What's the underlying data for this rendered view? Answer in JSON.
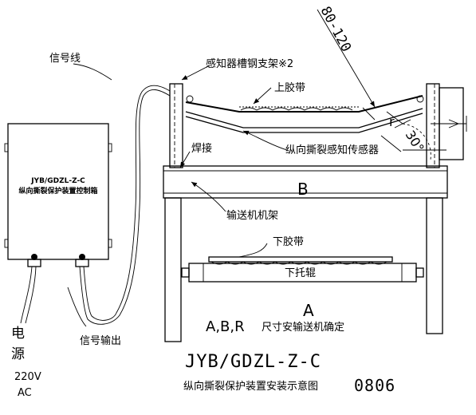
{
  "labels": {
    "signal_line": "信号线",
    "sensor_bracket": "感知器槽钢支架※2",
    "upper_belt": "上胶带",
    "angle_range": "80-120",
    "r_mark": "r",
    "angle_30": "30°",
    "weld": "焊接",
    "longitudinal_sensor": "纵向撕裂感知传感器",
    "dim_b": "B",
    "conveyor_frame": "输送机机架",
    "lower_belt": "下胶带",
    "lower_idler": "下托辊",
    "dim_a": "A",
    "controller_model": "JYB/GDZL-Z-C",
    "controller_name": "纵向撕裂保护装置控制箱",
    "power_char_1": "电",
    "power_char_2": "源",
    "power_voltage": "220V",
    "power_ac": "AC",
    "signal_output": "信号输出",
    "dim_note_letters": "A,B,R",
    "dim_note_text": "尺寸安输送机确定",
    "model_code": "JYB/GDZL-Z-C",
    "figure_caption": "纵向撕裂保护装置安装示意图",
    "figure_number": "0806"
  }
}
